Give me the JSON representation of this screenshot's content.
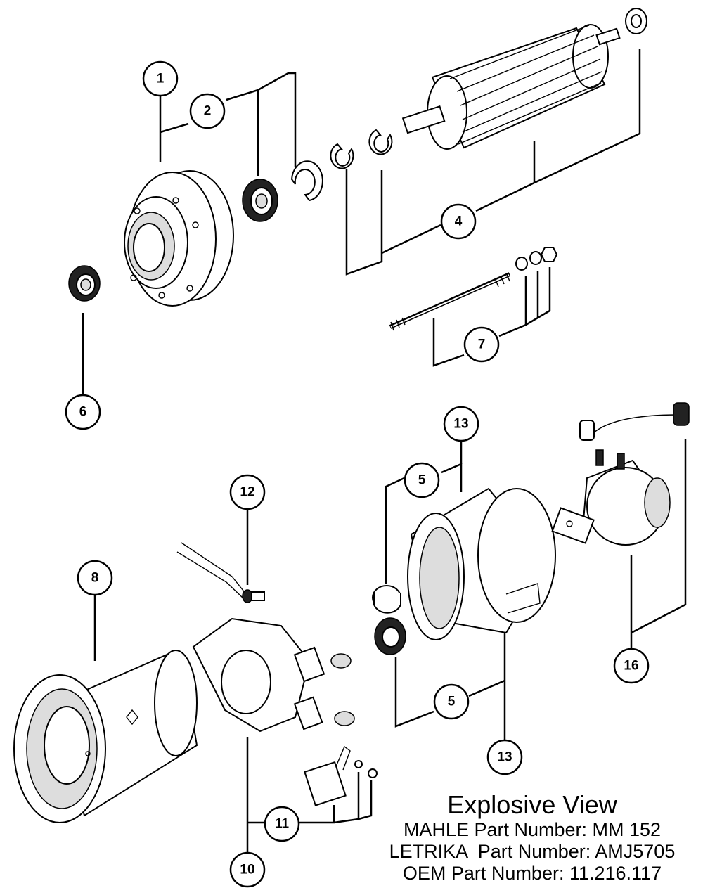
{
  "callouts": [
    "1",
    "2",
    "4",
    "6",
    "7",
    "13",
    "5",
    "12",
    "8",
    "16",
    "5",
    "13",
    "11",
    "10"
  ],
  "caption": {
    "title": "Explosive View",
    "lines": [
      "MAHLE Part Number: MM 152",
      "LETRIKA  Part Number: AMJ5705",
      "OEM Part Number: 11.216.117"
    ]
  },
  "colors": {
    "ink": "#000000",
    "paper": "#ffffff"
  }
}
